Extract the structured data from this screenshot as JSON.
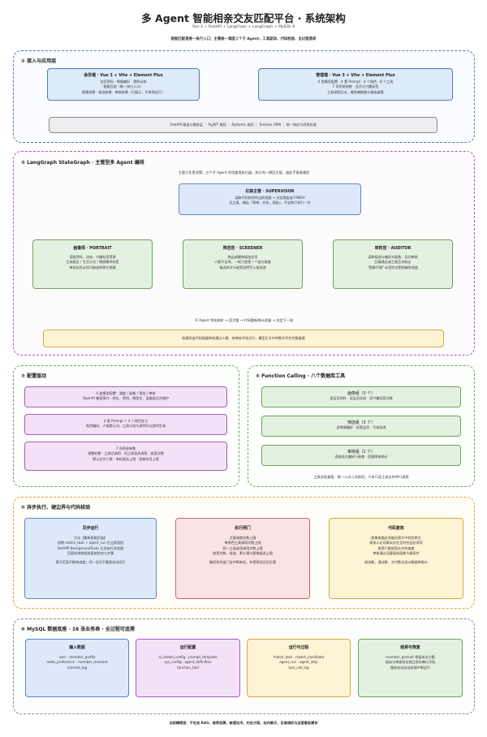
{
  "header": {
    "title": "多 Agent 智能相亲交友匹配平台 · 系统架构",
    "subtitle": "Vue 3 + FastAPI + LangChain + LangGraph + MySQL 8",
    "note": "智能匹配是唯一执行入口；主管统一调度三个子 Agent，工具驱动、代码校验、全过程落库"
  },
  "section1": {
    "title": "① 接入与应用层",
    "user_box": {
      "title": "会员端 · Vue 3 + Vite + Element Plus",
      "lines": [
        "会员资料 · 择偶偏好 · 我的动态",
        "智能匹配（唯一执行入口）",
        "图像结果 · 候选结果 · 审核结果（只展示，不单独运行）"
      ]
    },
    "admin_box": {
      "title": "管理端 · Vue 3 + Vite + Element Plus",
      "lines": [
        "4 类模型配置 · 4 套 Prompt · 4 个角色 · 8 个工具",
        "7 项系统参数 · 会员与兴趣标签",
        "工具调用日志 · 端到端链路与候选留痕"
      ]
    },
    "backend_bar": "FastAPI 路由与服务层 ｜ PyJWT 鉴权 ｜ Pydantic 校验 ｜ Tortoise ORM ｜ 统一响应与异常处理"
  },
  "section2": {
    "title": "② LangGraph StateGraph · 主管型多 Agent 编排",
    "desc": "主管只负责决策；三个子 Agent 共用通用执行器，执行完一律回主管，谁此不直接通信",
    "supervisor": {
      "title": "红娘主管 · SUPERVISOR",
      "lines": [
        "读取代码校验的当前进展 → 决定路由或 FINISH",
        "无工具，输出「简单、文化、理由」，不会和只执行一次"
      ]
    },
    "agents": [
      {
        "title": "画像师 · PORTRAIT",
        "lines": [
          "读取资料、动态、兴趣标签资源",
          "生成报告 / 生活方式 / 情感需求标签",
          "每条标签必须可被追的原文依据"
        ]
      },
      {
        "title": "筛选官 · SCREENER",
        "lines": [
          "拖出或硬伸候选会员",
          "人数不足时，一轮只放宽一个加分维度",
          "候选排次与放宽说明写入候选池"
        ]
      },
      {
        "title": "审核官 · AUDITOR",
        "lines": [
          "读取候选与偏好对画像，反向审核",
          "回填通过或三类否决结论",
          "\"图像不稳\" 必须完全剔除被失效度"
        ]
      }
    ],
    "flow_text": "子 Agent 完成本轮 → 回主管 → 代码重新统计进展 → 决定下一轮",
    "warning": "收尾时由代码根据审核通过人数、待审核不良文行、模型正文中的数字不作为数据源"
  },
  "section3": {
    "title": "③ 配置驱动",
    "boxes": [
      {
        "lines": [
          "4 类模型配置：通度 / 画像 / 筛选 / 审核",
          "OpenAI 兼容接口：地址、密钥、模型名、温度由后台维护"
        ]
      },
      {
        "lines": [
          "4 套 Prompt + 4 个角色定义",
          "角色编码、人物提示词、工具分组与说明可以即时生效"
        ]
      },
      {
        "lines": [
          "7 项系统参数",
          "规整轮数 · 工具总调用 · 同工具连续调用 · 放宽次数",
          "默认交付人数 · 单轮候选上限 · 画像条目上限"
        ]
      }
    ]
  },
  "section4": {
    "title": "④ Function Calling · 八个数据库工具",
    "boxes": [
      {
        "title": "画像组（3 个）",
        "line": "读会员资料 · 读会员动态 · 读兴趣标签词典"
      },
      {
        "title": "筛选组（3 个）",
        "line": "读择偶偏好 · 检索会员 · 写候选池"
      },
      {
        "title": "审核组（2 个）",
        "line": "读候选方偏好与画像 · 回填审核结论"
      }
    ],
    "bottom_text": "工具实现真值：统一入口二次校验；只有只读工具支持并行调用"
  },
  "section5": {
    "title": "⑤ 异步执行、硬边界与代码核验",
    "async_box": {
      "title": "异步运行",
      "lines": [
        "点击【重新智能匹配】",
        "创建 match_task + agent_run 后立即返回",
        "FastAPI BackgroundTasks 后台执行状态图",
        "页面轮询按钮和复制状态与步骤",
        "离开页面不影响进度；同一会员不重复启动运行"
      ]
    },
    "gate_box": {
      "title": "执行闸门",
      "lines": [
        "主管调度轮数上限",
        "单角色工具调用次数上限",
        "同一工具连续调用次数上限",
        "放宽次数、候选、累计通与图像候选上限",
        "触发条件由门会中断本轮，并把原因交回主管"
      ]
    },
    "check_box": {
      "title": "代码复核",
      "lines": [
        "图像依据必须能在原文中检定原文",
        "候选人必须真实存在且符合会必须项",
        "放宽只能放宽允许的维度",
        "审核通过还要复核画像大纲条件",
        "候选数、通过数、交付数全部从数据库统计"
      ]
    }
  },
  "section6": {
    "title": "⑥ MySQL 数据底座 · 16 张业务表 · 全过程可追溯",
    "boxes": [
      {
        "title": "输入数据",
        "lines": [
          "user · member_profile",
          "mate_preference · member_moment",
          "interest_tag"
        ]
      },
      {
        "title": "运行配置",
        "lines": [
          "ai_model_config · prompt_template",
          "sys_config · agent_definition",
          "function_tool"
        ]
      },
      {
        "title": "运行与过程",
        "lines": [
          "match_task · match_candidate",
          "agent_run · agent_step",
          "tool_call_log"
        ]
      },
      {
        "title": "结果与恢复",
        "lines": [
          "member_portrait 保留本次主题",
          "候选与审核结论独立保存确认字段",
          "服务启动自动处理中断运行"
        ]
      }
    ]
  },
  "footer": "当前精简版：不包含 RAG、推荐投票、敏感话术、约会方案、站内聊天、反馈调权与运营看板模块"
}
